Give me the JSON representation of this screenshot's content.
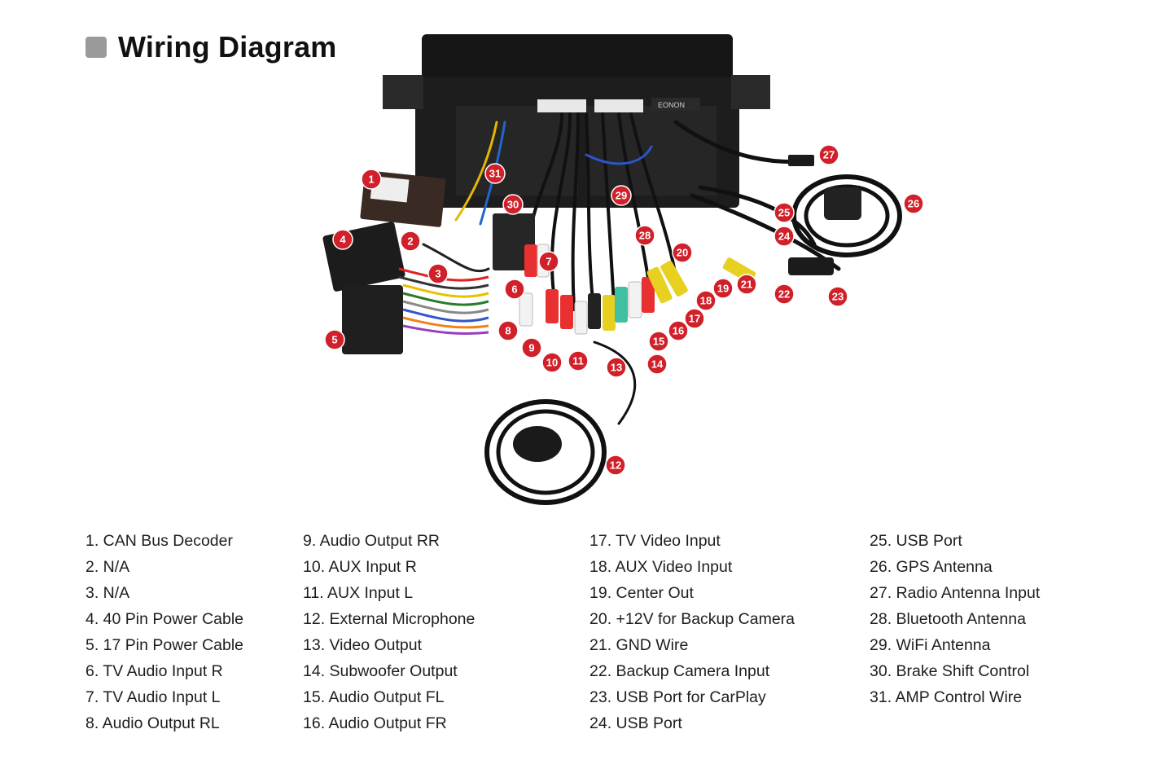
{
  "header": {
    "title": "Wiring Diagram"
  },
  "diagram": {
    "brand_label": "EONON",
    "badges": [
      "1",
      "2",
      "3",
      "4",
      "5",
      "6",
      "7",
      "8",
      "9",
      "10",
      "11",
      "12",
      "13",
      "14",
      "15",
      "16",
      "17",
      "18",
      "19",
      "20",
      "21",
      "22",
      "23",
      "24",
      "25",
      "26",
      "27",
      "28",
      "29",
      "30",
      "31"
    ]
  },
  "legend": {
    "col1": [
      "1. CAN Bus Decoder",
      "2. N/A",
      "3. N/A",
      "4. 40 Pin Power Cable",
      "5. 17 Pin Power Cable",
      "6. TV Audio Input R",
      "7. TV Audio Input L",
      "8. Audio Output RL"
    ],
    "col2": [
      "9. Audio Output RR",
      "10. AUX Input R",
      "11. AUX Input L",
      "12. External Microphone",
      "13. Video Output",
      "14. Subwoofer Output",
      "15. Audio Output FL",
      "16. Audio Output FR"
    ],
    "col3": [
      "17. TV Video Input",
      "18. AUX Video Input",
      "19. Center Out",
      "20. +12V for Backup Camera",
      "21. GND Wire",
      "22. Backup Camera Input",
      "23. USB Port for CarPlay",
      "24. USB Port"
    ],
    "col4": [
      "25. USB Port",
      "26. GPS Antenna",
      "27. Radio Antenna Input",
      "28. Bluetooth Antenna",
      "29. WiFi Antenna",
      "30. Brake Shift Control",
      "31. AMP Control Wire"
    ]
  },
  "colors": {
    "badge": "#d0202a",
    "header_square": "#9a9a9a"
  }
}
